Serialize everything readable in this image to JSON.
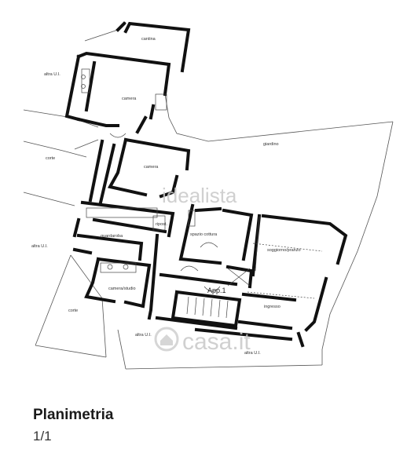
{
  "caption": {
    "title": "Planimetria",
    "page": "1/1"
  },
  "watermarks": {
    "idealista": "idealista",
    "casa": "casa.it"
  },
  "rooms": {
    "cantina": "cantina",
    "altra_ui_top": "altra U.I.",
    "camera_top": "camera",
    "giardino": "giardino",
    "corte_top": "corte",
    "camera_mid": "camera",
    "ripost": "ripost.",
    "spazio_cottura": "spazio cottura",
    "soggiorno": "soggiorno/pranzo",
    "guardaroba": "guardaroba",
    "altra_ui_left": "altra U.I.",
    "camera_studio": "camera/studio",
    "app": "App.1",
    "ingresso": "ingresso",
    "corte_bottom": "corte",
    "altra_ui_bottom": "altra U.I.",
    "altra_ui_bottom_right": "altra U.I."
  }
}
